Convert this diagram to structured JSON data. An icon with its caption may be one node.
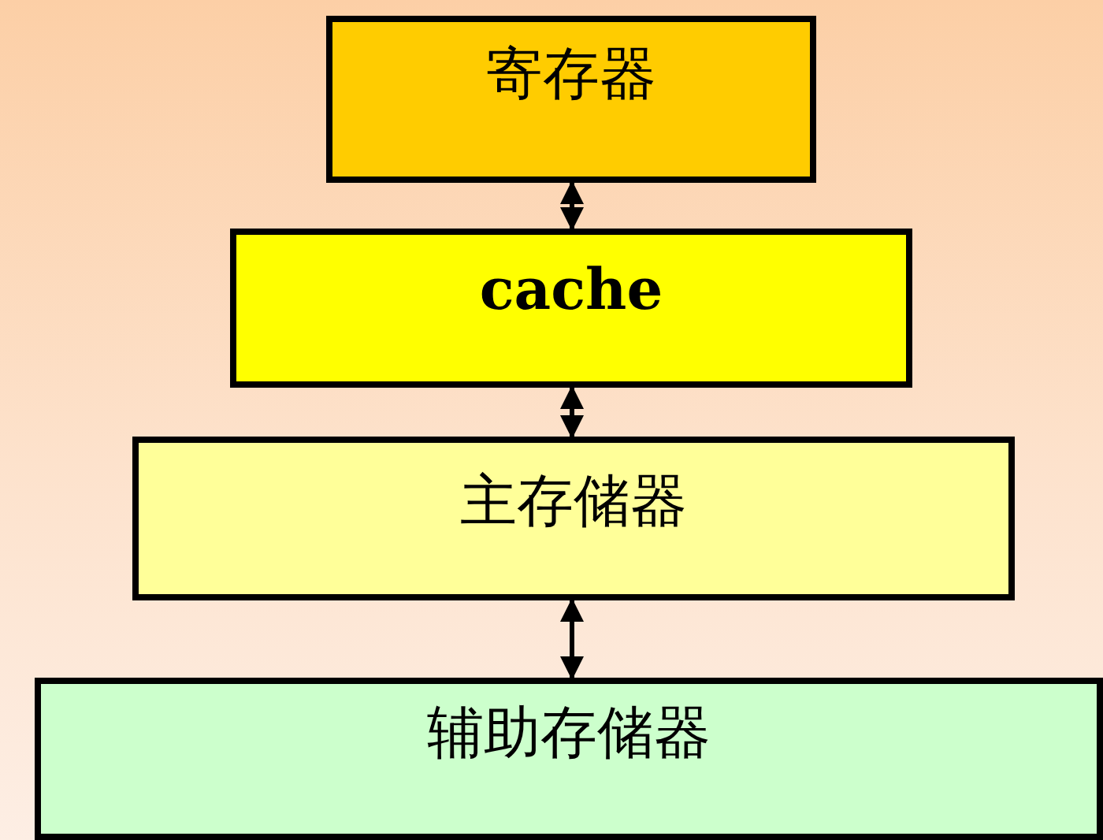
{
  "diagram": {
    "nodes": [
      {
        "text": [
          "寄存器"
        ]
      },
      {
        "text": [
          "cache"
        ]
      },
      {
        "text": [
          "主存储器"
        ]
      },
      {
        "text": [
          "辅助存储器"
        ]
      }
    ],
    "edges": [
      {
        "from": 0,
        "to": 1,
        "arrow": "both"
      },
      {
        "from": 1,
        "to": 2,
        "arrow": "both"
      },
      {
        "from": 2,
        "to": 3,
        "arrow": "both"
      }
    ]
  }
}
